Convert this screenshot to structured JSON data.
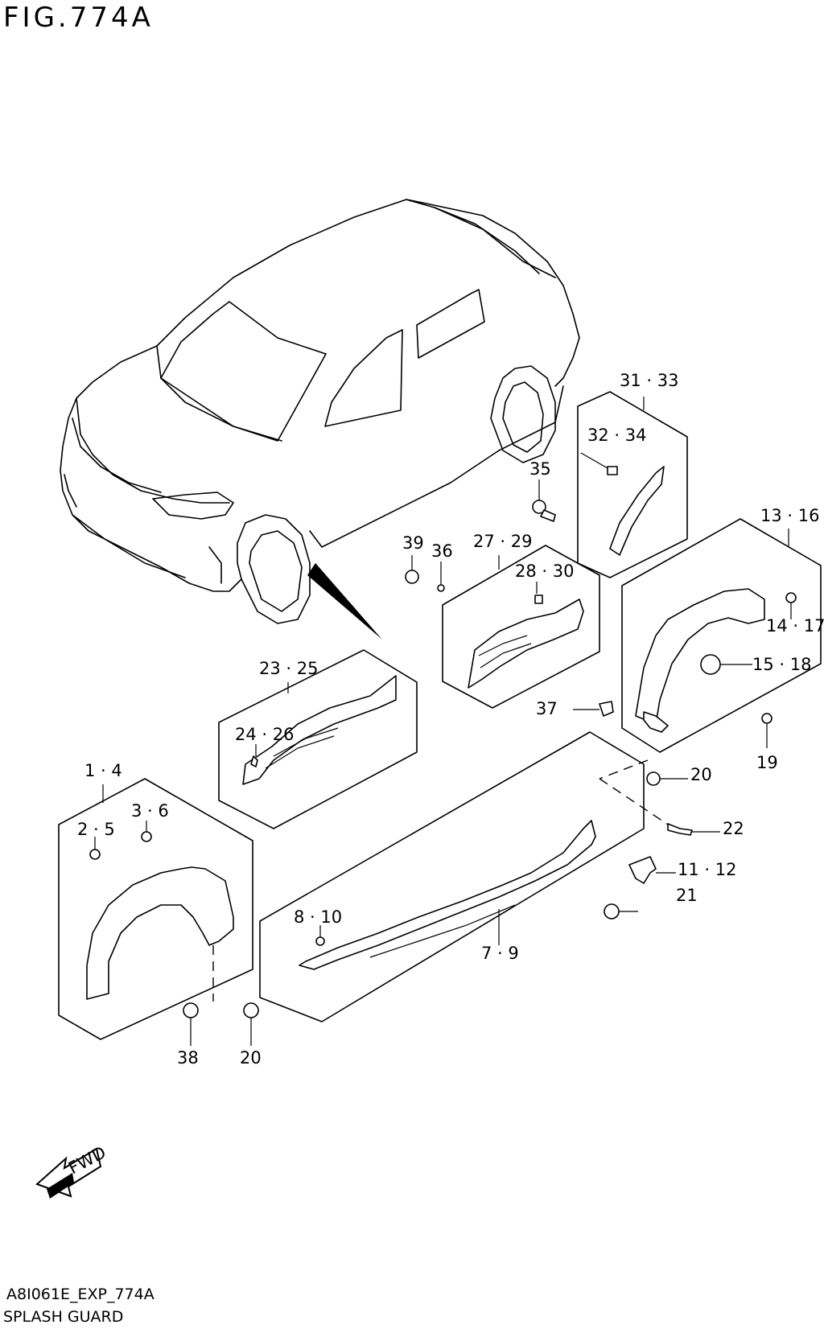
{
  "title": "FIG.774A",
  "footer": {
    "code": "A8I061E_EXP_774A",
    "name": "SPLASH GUARD"
  },
  "fwd_label": "FWD",
  "callouts": [
    {
      "id": "c-31-33",
      "text": "31 · 33"
    },
    {
      "id": "c-32-34",
      "text": "32 · 34"
    },
    {
      "id": "c-35",
      "text": "35"
    },
    {
      "id": "c-13-16",
      "text": "13 · 16"
    },
    {
      "id": "c-39",
      "text": "39"
    },
    {
      "id": "c-36",
      "text": "36"
    },
    {
      "id": "c-27-29",
      "text": "27 · 29"
    },
    {
      "id": "c-28-30",
      "text": "28 · 30"
    },
    {
      "id": "c-14-17",
      "text": "14 · 17"
    },
    {
      "id": "c-15-18",
      "text": "15 · 18"
    },
    {
      "id": "c-23-25",
      "text": "23 · 25"
    },
    {
      "id": "c-37",
      "text": "37"
    },
    {
      "id": "c-24-26",
      "text": "24 · 26"
    },
    {
      "id": "c-19",
      "text": "19"
    },
    {
      "id": "c-1-4",
      "text": "1 · 4"
    },
    {
      "id": "c-20a",
      "text": "20"
    },
    {
      "id": "c-3-6",
      "text": "3 · 6"
    },
    {
      "id": "c-2-5",
      "text": "2 · 5"
    },
    {
      "id": "c-22",
      "text": "22"
    },
    {
      "id": "c-11-12",
      "text": "11 · 12"
    },
    {
      "id": "c-21",
      "text": "21"
    },
    {
      "id": "c-8-10",
      "text": "8 · 10"
    },
    {
      "id": "c-7-9",
      "text": "7 · 9"
    },
    {
      "id": "c-38",
      "text": "38"
    },
    {
      "id": "c-20b",
      "text": "20"
    }
  ]
}
